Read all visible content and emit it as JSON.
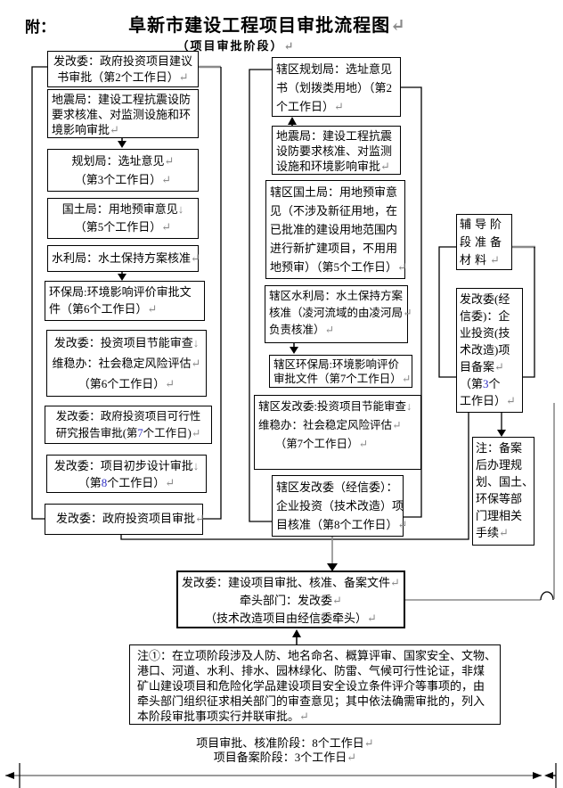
{
  "header": {
    "prefix": "附：",
    "title": "阜新市建设工程项目审批流程图",
    "subtitle": "（项目审批阶段）"
  },
  "colors": {
    "line_gray": "#8a8a8a",
    "digit_blue": "#2f2fc4",
    "border_black": "#000000"
  },
  "boxes": {
    "title": {
      "lines": [
        [
          {
            "t": "阜新市建设工程项目审批流程图"
          },
          {
            "t": "↵",
            "c": "gray"
          }
        ]
      ]
    },
    "subtitle": {
      "lines": [
        [
          {
            "t": "（项目审批阶段）"
          },
          {
            "t": "↵",
            "c": "gray"
          }
        ]
      ]
    },
    "L1": {
      "lines": [
        [
          {
            "t": "发改委：政府投资项目建议"
          }
        ],
        [
          {
            "t": "书审批（第2个工作日）"
          },
          {
            "t": "↵",
            "c": "gray"
          }
        ]
      ]
    },
    "L2": {
      "lines": [
        [
          {
            "t": "地震局：建设工程抗震设防"
          }
        ],
        [
          {
            "t": "要求核准、对监测设施和环"
          }
        ],
        [
          {
            "t": "境影响审批"
          },
          {
            "t": "↵",
            "c": "gray"
          }
        ]
      ]
    },
    "L3": {
      "lines": [
        [
          {
            "t": "规划局：选址意见"
          },
          {
            "t": "↵",
            "c": "gray"
          }
        ],
        [
          {
            "t": "（第3个工作日）"
          },
          {
            "t": "↵",
            "c": "gray"
          }
        ]
      ]
    },
    "L4": {
      "lines": [
        [
          {
            "t": "国土局：用地预审意见"
          },
          {
            "t": "↓",
            "c": "gray"
          }
        ],
        [
          {
            "t": "（第5个工作日）"
          },
          {
            "t": "↵",
            "c": "gray"
          }
        ]
      ]
    },
    "L5": {
      "lines": [
        [
          {
            "t": "水利局：水土保持方案核准"
          },
          {
            "t": "↵",
            "c": "gray"
          }
        ]
      ]
    },
    "L6": {
      "lines": [
        [
          {
            "t": "环保局:环境影响评价审批文"
          }
        ],
        [
          {
            "t": "件（第6个工作日）"
          },
          {
            "t": "↵",
            "c": "gray"
          }
        ]
      ]
    },
    "L7": {
      "lines": [
        [
          {
            "t": "发改委：投资项目节能审查"
          },
          {
            "t": "↓",
            "c": "gray"
          }
        ],
        [
          {
            "t": "维稳办：社会稳定风险评估"
          },
          {
            "t": "↵",
            "c": "gray"
          }
        ],
        [
          {
            "t": "（第6个工作日）"
          },
          {
            "t": "↵",
            "c": "gray"
          }
        ]
      ]
    },
    "L8": {
      "lines": [
        [
          {
            "t": "发改委：政府投资项目可行性"
          }
        ],
        [
          {
            "t": "研究报告审批(第"
          },
          {
            "t": "7",
            "c": "blue"
          },
          {
            "t": "个工作日)"
          },
          {
            "t": "↵",
            "c": "gray"
          }
        ]
      ]
    },
    "L9": {
      "lines": [
        [
          {
            "t": "发改委：项目初步设计审批"
          },
          {
            "t": "↓",
            "c": "gray"
          }
        ],
        [
          {
            "t": "（第"
          },
          {
            "t": "8",
            "c": "blue"
          },
          {
            "t": "个工作日）"
          },
          {
            "t": "↵",
            "c": "gray"
          }
        ]
      ]
    },
    "L10": {
      "lines": [
        [
          {
            "t": "发改委：政府投资项目审批"
          },
          {
            "t": "↵",
            "c": "gray"
          }
        ]
      ]
    },
    "M1": {
      "lines": [
        [
          {
            "t": "辖区规划局：选址意见"
          }
        ],
        [
          {
            "t": "书（划拨类用地）（第2"
          }
        ],
        [
          {
            "t": "个工作日）"
          },
          {
            "t": "↵",
            "c": "gray"
          }
        ]
      ]
    },
    "M2": {
      "lines": [
        [
          {
            "t": "地震局：建设工程抗震"
          }
        ],
        [
          {
            "t": "设防要求核准、对监测"
          }
        ],
        [
          {
            "t": "设施和环境影响审批"
          },
          {
            "t": "↵",
            "c": "gray"
          }
        ]
      ]
    },
    "M3": {
      "lines": [
        [
          {
            "t": "辖区国土局：用地预审意"
          }
        ],
        [
          {
            "t": "见（不涉及新征用地，在"
          }
        ],
        [
          {
            "t": "已批准的建设用地范围内"
          }
        ],
        [
          {
            "t": "进行新扩建项目，不用用"
          }
        ],
        [
          {
            "t": "地预审）（第5个工作日）"
          },
          {
            "t": "↵",
            "c": "gray"
          }
        ]
      ]
    },
    "M4": {
      "lines": [
        [
          {
            "t": "辖区水利局：水土保持方案"
          }
        ],
        [
          {
            "t": "核准（凌河流域的由凌河局"
          },
          {
            "t": "↵",
            "c": "gray"
          }
        ],
        [
          {
            "t": "负责核准）"
          },
          {
            "t": "↵",
            "c": "gray"
          }
        ]
      ]
    },
    "M5": {
      "lines": [
        [
          {
            "t": "辖区环保局:环境影响评价"
          }
        ],
        [
          {
            "t": "审批文件（第7个工作日）"
          },
          {
            "t": "↵",
            "c": "gray"
          }
        ]
      ]
    },
    "M6": {
      "lines": [
        [
          {
            "t": "辖区发改委:投资项目节能审查"
          },
          {
            "t": "↓",
            "c": "gray"
          }
        ],
        [
          {
            "t": "维稳办：社会稳定风险评估"
          },
          {
            "t": "↵",
            "c": "gray"
          }
        ],
        [
          {
            "t": "　　（第7个工作日）"
          },
          {
            "t": "↵",
            "c": "gray"
          }
        ]
      ]
    },
    "M7": {
      "lines": [
        [
          {
            "t": "辖区发改委（经信委）："
          }
        ],
        [
          {
            "t": "企业投资（技术改造）项"
          }
        ],
        [
          {
            "t": "目核准（第8个工作日）"
          },
          {
            "t": "↵",
            "c": "gray"
          }
        ]
      ]
    },
    "R1": {
      "lines": [
        [
          {
            "t": "辅导阶"
          }
        ],
        [
          {
            "t": "段准备"
          }
        ],
        [
          {
            "t": "材料"
          },
          {
            "t": "↵",
            "c": "gray"
          }
        ]
      ]
    },
    "R2": {
      "lines": [
        [
          {
            "t": "发改委(经"
          }
        ],
        [
          {
            "t": "信委)：企"
          }
        ],
        [
          {
            "t": "业投资(技"
          }
        ],
        [
          {
            "t": "术改造)项"
          }
        ],
        [
          {
            "t": "目备案"
          },
          {
            "t": "↵",
            "c": "gray"
          }
        ],
        [
          {
            "t": "（第"
          },
          {
            "t": "3",
            "c": "blue"
          },
          {
            "t": "个"
          }
        ],
        [
          {
            "t": "工作日）"
          },
          {
            "t": "↵",
            "c": "gray"
          }
        ]
      ]
    },
    "R3": {
      "lines": [
        [
          {
            "t": "注：备案"
          }
        ],
        [
          {
            "t": "后办理规"
          }
        ],
        [
          {
            "t": "划、国土、"
          }
        ],
        [
          {
            "t": "环保等部"
          }
        ],
        [
          {
            "t": "门理相关"
          }
        ],
        [
          {
            "t": "手续"
          },
          {
            "t": "↵",
            "c": "gray"
          }
        ]
      ]
    },
    "B": {
      "lines": [
        [
          {
            "t": "发改委：建设项目审批、核准、备案文件"
          },
          {
            "t": "↵",
            "c": "gray"
          }
        ],
        [
          {
            "t": "牵头部门：发改委"
          },
          {
            "t": "↵",
            "c": "gray"
          }
        ],
        [
          {
            "t": "（技术改造项目由经信委牵头）"
          },
          {
            "t": "↵",
            "c": "gray"
          }
        ]
      ]
    },
    "N": {
      "lines": [
        [
          {
            "t": "注①：在立项阶段涉及人防、地名命名、概算评审、国家安全、文物、"
          }
        ],
        [
          {
            "t": "港口、河道、水利、排水、园林绿化、防雷、气候可行性论证，非煤"
          }
        ],
        [
          {
            "t": "矿山建设项目和危险化学品建设项目安全设立条件评介等事项的，由"
          }
        ],
        [
          {
            "t": "牵头部门组织征求相关部门的审查意见；其中依法确需审批的，列入"
          }
        ],
        [
          {
            "t": "本阶段审批事项实行并联审批。"
          },
          {
            "t": "↵",
            "c": "gray"
          }
        ]
      ]
    },
    "durations": {
      "lines": [
        [
          {
            "t": "项目审批、核准阶段：8个工作日"
          },
          {
            "t": "↵",
            "c": "gray"
          }
        ],
        [
          {
            "t": "项目备案阶段：3个工作日"
          },
          {
            "t": "↵",
            "c": "gray"
          }
        ]
      ]
    }
  }
}
